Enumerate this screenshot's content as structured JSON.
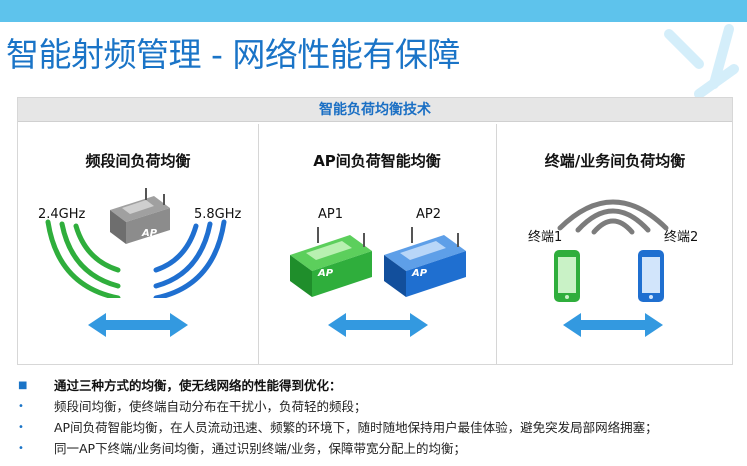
{
  "slide": {
    "title": "智能射频管理 - 网络性能有保障"
  },
  "panel": {
    "header": "智能负荷均衡技术",
    "columns": [
      {
        "title": "频段间负荷均衡",
        "left_label": "2.4GHz",
        "right_label": "5.8GHz",
        "device_label": "AP"
      },
      {
        "title": "AP间负荷智能均衡",
        "left_label": "AP1",
        "right_label": "AP2",
        "left_device_label": "AP",
        "right_device_label": "AP"
      },
      {
        "title": "终端/业务间负荷均衡",
        "left_label": "终端1",
        "right_label": "终端2"
      }
    ]
  },
  "bullets": {
    "lead": "通过三种方式的均衡，使无线网络的性能得到优化：",
    "items": [
      "频段间均衡，使终端自动分布在干扰小，负荷轻的频段；",
      "AP间负荷智能均衡，在人员流动迅速、频繁的环境下，随时随地保持用户最佳体验，避免突发局部网络拥塞；",
      "同一AP下终端/业务间均衡，通过识别终端/业务，保障带宽分配上的均衡；"
    ]
  },
  "colors": {
    "title_blue": "#1a74c7",
    "green": "#2fae3c",
    "blue": "#1f6fd0",
    "arrow": "#3399e0",
    "gray_device": "#8c8c8c",
    "top_band": "#5ec3ec"
  }
}
